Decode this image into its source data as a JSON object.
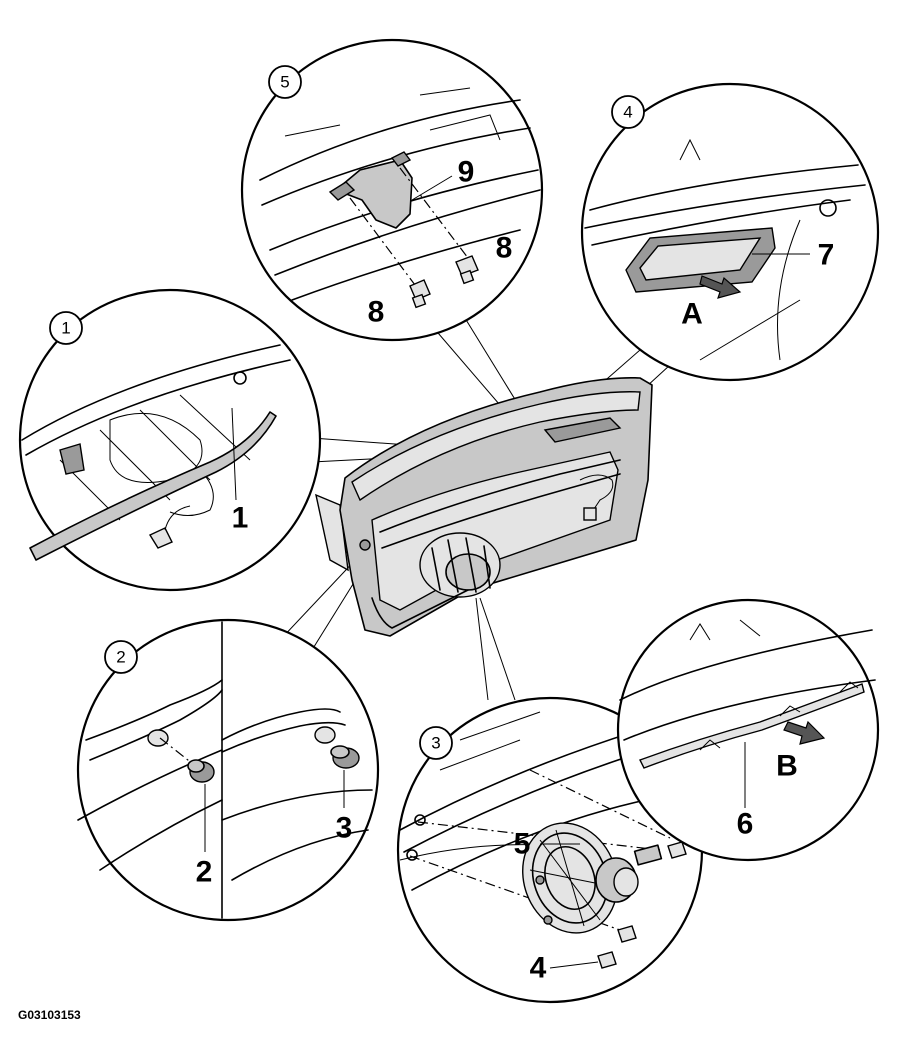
{
  "figure_code": "G03103153",
  "detail_badges": {
    "d1": "1",
    "d2": "2",
    "d3": "3",
    "d4": "4",
    "d5": "5"
  },
  "callouts": {
    "part1": "1",
    "part2": "2",
    "part3": "3",
    "part4": "4",
    "part5": "5",
    "part6": "6",
    "part7": "7",
    "part8a": "8",
    "part8b": "8",
    "part9": "9",
    "dirA": "A",
    "dirB": "B"
  }
}
